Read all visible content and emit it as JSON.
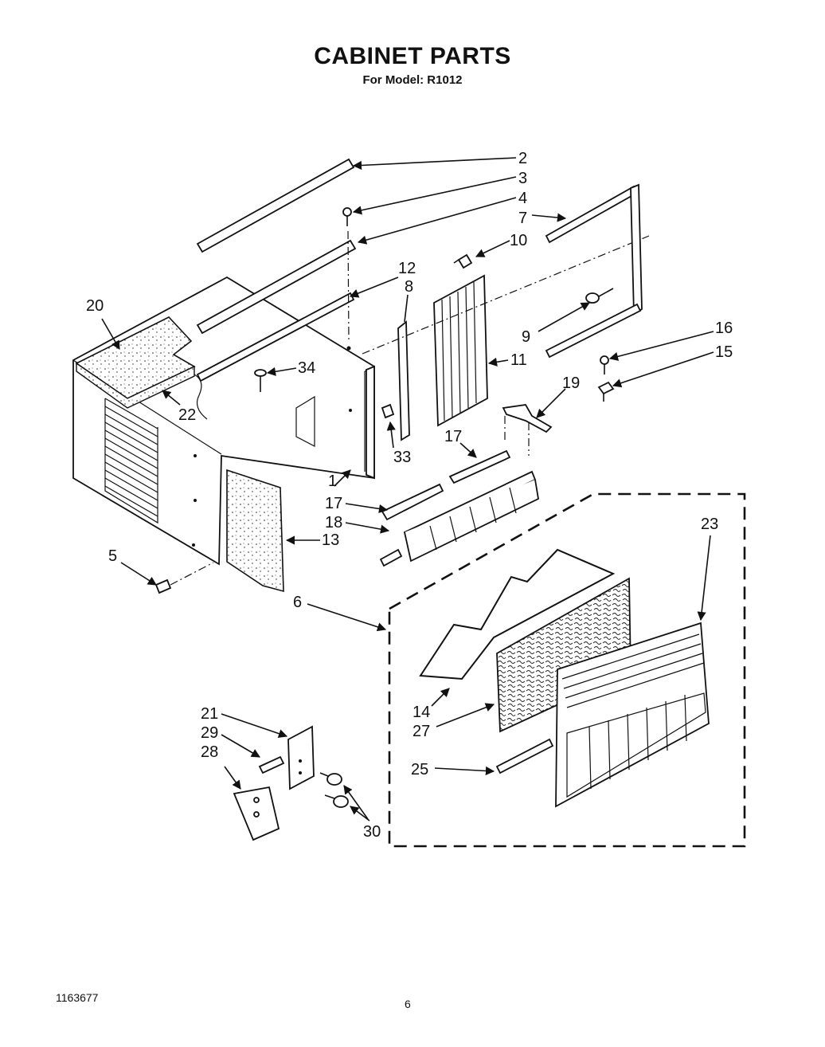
{
  "header": {
    "title": "CABINET PARTS",
    "subtitle": "For Model: R1012"
  },
  "footer": {
    "doc_number": "1163677",
    "page_number": "6"
  },
  "callouts": [
    "2",
    "3",
    "4",
    "7",
    "10",
    "12",
    "8",
    "20",
    "9",
    "16",
    "15",
    "11",
    "34",
    "22",
    "19",
    "17",
    "33",
    "1",
    "17",
    "18",
    "13",
    "23",
    "5",
    "6",
    "14",
    "27",
    "25",
    "21",
    "29",
    "28",
    "30"
  ]
}
